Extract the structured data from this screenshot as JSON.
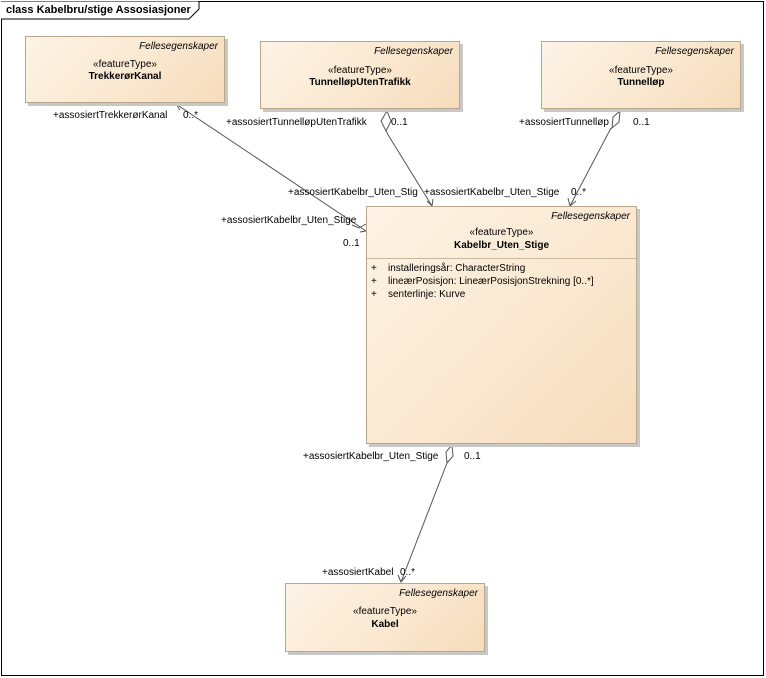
{
  "diagram": {
    "title": "class Kabelbru/stige Assosiasjoner"
  },
  "classes": {
    "trekkeror": {
      "package": "Fellesegenskaper",
      "stereotype": "«featureType»",
      "name": "TrekkerørKanal"
    },
    "tunnellopUten": {
      "package": "Fellesegenskaper",
      "stereotype": "«featureType»",
      "name": "TunnelløpUtenTrafikk"
    },
    "tunnellop": {
      "package": "Fellesegenskaper",
      "stereotype": "«featureType»",
      "name": "Tunnelløp"
    },
    "kabelbr": {
      "package": "Fellesegenskaper",
      "stereotype": "«featureType»",
      "name": "Kabelbr_Uten_Stige",
      "attributes": [
        {
          "vis": "+",
          "text": "installeringsår: CharacterString"
        },
        {
          "vis": "+",
          "text": "lineærPosisjon: LineærPosisjonStrekning [0..*]"
        },
        {
          "vis": "+",
          "text": "senterlinje: Kurve"
        }
      ]
    },
    "kabel": {
      "package": "Fellesegenskaper",
      "stereotype": "«featureType»",
      "name": "Kabel"
    }
  },
  "associations": {
    "trekkeror": {
      "far_role": "+assosiertTrekkerørKanal",
      "far_mult": "0..*",
      "near_role": "+assosiertKabelbr_Uten_Stige",
      "near_mult": "0..1"
    },
    "tunnellopUten": {
      "far_role": "+assosiertTunnelløpUtenTrafikk",
      "far_mult": "0..1",
      "near_role": "+assosiertKabelbr_Uten_Stig"
    },
    "tunnellop": {
      "far_role": "+assosiertTunnelløp",
      "far_mult": "0..1",
      "near_role": "+assosiertKabelbr_Uten_Stige",
      "near_mult": "0..*"
    },
    "kabelbrKabel": {
      "far_role": "+assosiertKabelbr_Uten_Stige",
      "far_mult": "0..1",
      "near_role": "+assosiertKabel",
      "near_mult": "0..*"
    }
  }
}
